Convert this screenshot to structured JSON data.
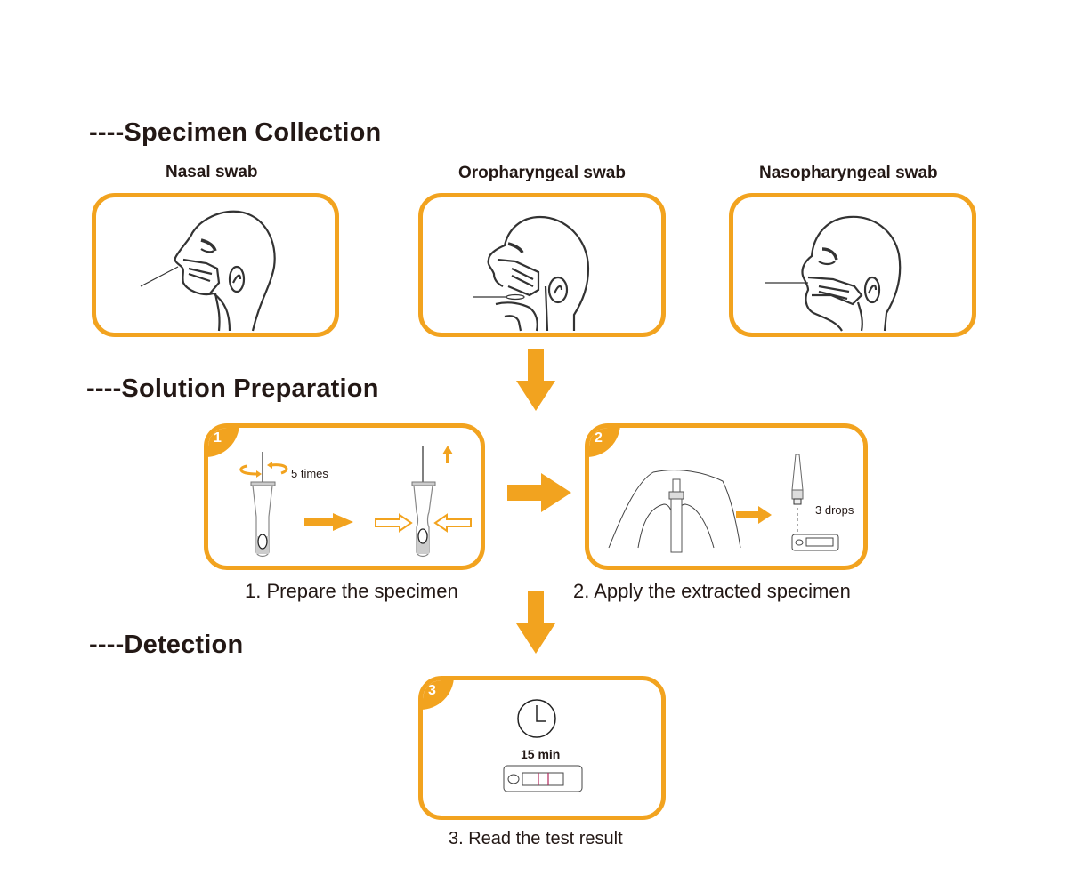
{
  "sections": {
    "collection": {
      "title": "----Specimen Collection"
    },
    "preparation": {
      "title": "----Solution Preparation"
    },
    "detection": {
      "title": "----Detection"
    }
  },
  "swabs": [
    {
      "label": "Nasal swab",
      "icon": "nasal-swab-illustration"
    },
    {
      "label": "Oropharyngeal swab",
      "icon": "oropharyngeal-swab-illustration"
    },
    {
      "label": "Nasopharyngeal swab",
      "icon": "nasopharyngeal-swab-illustration"
    }
  ],
  "steps": [
    {
      "number": "1",
      "label": "1. Prepare the specimen",
      "annotation": "5 times"
    },
    {
      "number": "2",
      "label": "2. Apply the extracted specimen",
      "annotation": "3 drops"
    },
    {
      "number": "3",
      "label": "3. Read the test result",
      "annotation": "15 min"
    }
  ],
  "colors": {
    "accent": "#F2A31F",
    "text": "#231815",
    "result_line": "#B0265A"
  }
}
